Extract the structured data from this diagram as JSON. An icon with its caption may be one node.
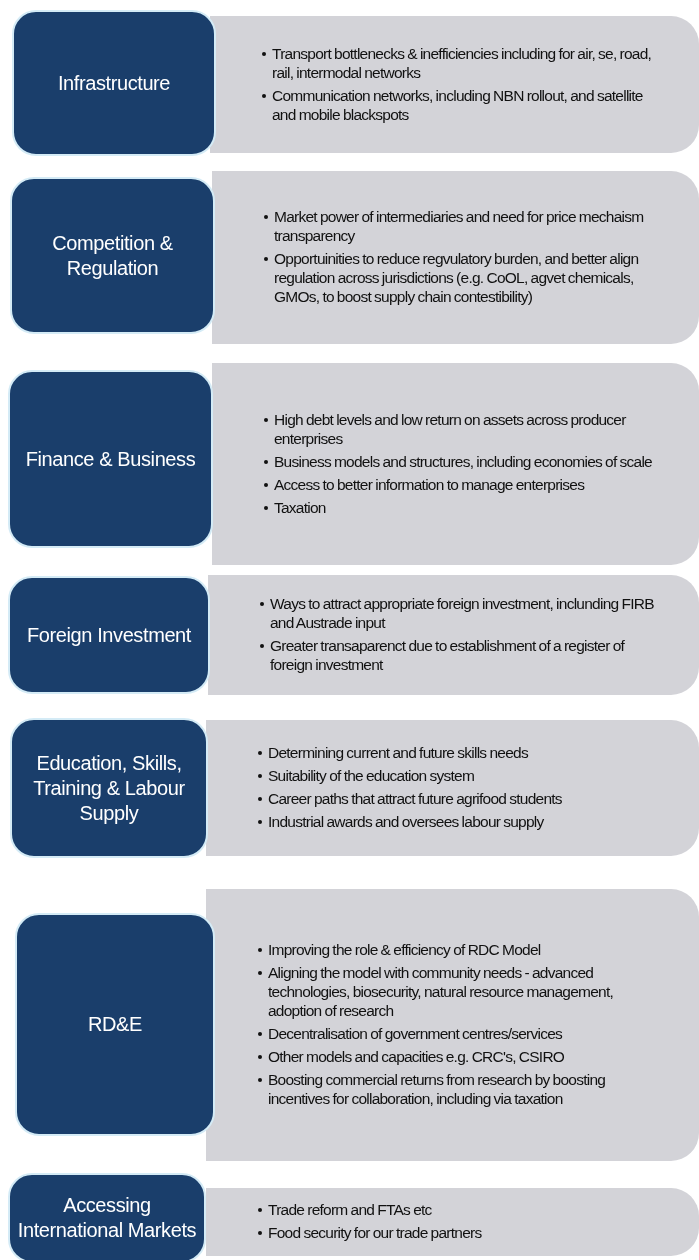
{
  "diagram": {
    "nodes": [
      {
        "text": [
          "Infrastructure"
        ]
      },
      {
        "text": [
          "Transport bottlenecks & inefficiencies including for air, se, road, rail, intermodal networks",
          "Communication networks, including NBN rollout, and satellite and mobile blackspots"
        ]
      },
      {
        "text": [
          "Competition & Regulation"
        ]
      },
      {
        "text": [
          "Market power of intermediaries and need for price mechaism transparency",
          "Opportuinities to reduce regvulatory burden, and better align regulation across jurisdictions (e.g. CoOL, agvet chemicals, GMOs, to boost supply chain contestibility)"
        ]
      },
      {
        "text": [
          "Finance & Business"
        ]
      },
      {
        "text": [
          "High debt levels and low return on assets across producer enterprises",
          "Business models and structures, including economies of scale",
          "Access to better information to manage enterprises",
          "Taxation"
        ]
      },
      {
        "text": [
          "Foreign Investment"
        ]
      },
      {
        "text": [
          "Ways to attract appropriate foreign investment, inclunding FIRB and Austrade input",
          "Greater transaparenct due to establishment of a register of foreign investment"
        ]
      },
      {
        "text": [
          "Education, Skills, Training & Labour Supply"
        ]
      },
      {
        "text": [
          "Determining current and future skills needs",
          "Suitability of the education system",
          "Career paths that attract future agrifood students",
          "Industrial awards and oversees labour supply"
        ]
      },
      {
        "text": [
          "RD&E"
        ]
      },
      {
        "text": [
          "Improving the role & efficiency of RDC Model",
          "Aligning the model with community needs - advanced technologies, biosecurity, natural resource management, adoption of research",
          "Decentralisation of government centres/services",
          "Other models and capacities e.g. CRC's, CSIRO",
          "Boosting commercial returns from research by boosting incentives for collaboration, including via taxation"
        ]
      },
      {
        "text": [
          "Accessing International Markets"
        ]
      },
      {
        "text": [
          "Trade reform and FTAs etc",
          "Food security for our trade partners"
        ]
      }
    ]
  }
}
